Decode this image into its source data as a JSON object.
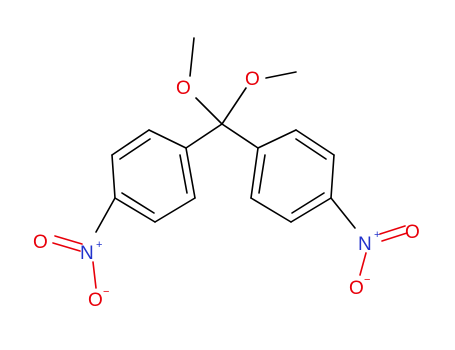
{
  "molecule": {
    "atoms": {
      "O_top_left": "O",
      "O_top_right": "O",
      "N_left": "N",
      "N_right": "N",
      "O_nitro_left_a": "O",
      "O_nitro_left_b": "O",
      "O_nitro_right_a": "O",
      "O_nitro_right_b": "O"
    },
    "charges": {
      "N_left_plus": "+",
      "N_right_plus": "+",
      "O_left_minus": "−",
      "O_right_minus": "−"
    },
    "colors": {
      "bond": "#000000",
      "oxygen": "#e8000a",
      "nitrogen": "#2233cc"
    }
  }
}
